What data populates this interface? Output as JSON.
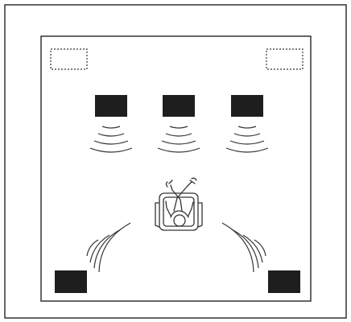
{
  "diagram": {
    "speakers": {
      "surround_back": [
        {
          "id": "surround-back-left",
          "style": "dotted"
        },
        {
          "id": "surround-back-right",
          "style": "dotted"
        }
      ],
      "front": [
        {
          "id": "front-left"
        },
        {
          "id": "center"
        },
        {
          "id": "front-right"
        }
      ],
      "surround": [
        {
          "id": "surround-left"
        },
        {
          "id": "surround-right"
        }
      ]
    },
    "listener": {
      "id": "listener-in-chair"
    },
    "colors": {
      "line": "#222222",
      "speaker_fill": "#1e1e1e",
      "paper": "#ffffff"
    }
  }
}
